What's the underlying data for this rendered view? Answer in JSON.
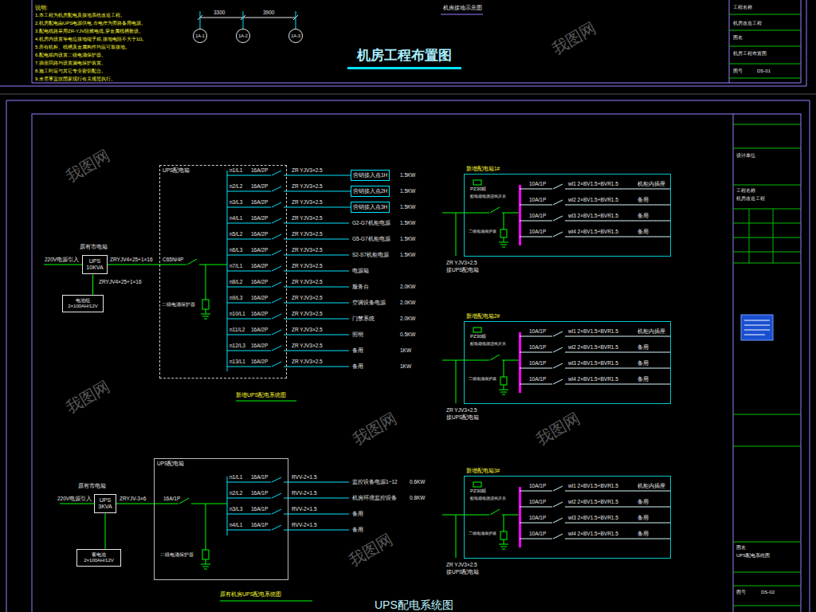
{
  "diagram": {
    "title": "机房工程布置图",
    "nodes": [
      {
        "text": [
          "1A-1"
        ]
      },
      {
        "text": [
          "1A-2"
        ]
      },
      {
        "text": [
          "1A-3"
        ]
      },
      {
        "text": [
          "UPS 10KVA"
        ]
      },
      {
        "text": [
          "电池组 2×100AH/12V"
        ]
      },
      {
        "text": [
          "UPS配电箱"
        ]
      },
      {
        "text": [
          "营销接入点1H"
        ]
      },
      {
        "text": [
          "营销接入点2H"
        ]
      },
      {
        "text": [
          "营销接入点3H"
        ]
      },
      {
        "text": [
          "UPS 3KVA"
        ]
      },
      {
        "text": [
          "蓄电池 2×100AH/12V"
        ]
      },
      {
        "text": [
          "UPS配电箱"
        ]
      },
      {
        "text": [
          "新增配电箱1#"
        ]
      },
      {
        "text": [
          "新增配电箱2#"
        ]
      },
      {
        "text": [
          "新增配电箱3#"
        ]
      }
    ],
    "edges": [
      {
        "from": 4,
        "to": 3,
        "arrow": "none"
      },
      {
        "from": 3,
        "to": 5,
        "arrow": "none"
      },
      {
        "from": 5,
        "to": 6,
        "arrow": "none"
      },
      {
        "from": 5,
        "to": 7,
        "arrow": "none"
      },
      {
        "from": 5,
        "to": 8,
        "arrow": "none"
      },
      {
        "from": 10,
        "to": 9,
        "arrow": "none"
      },
      {
        "from": 9,
        "to": 11,
        "arrow": "none"
      }
    ],
    "labels": [
      "说明:",
      "1.本工程为机房配电及接地系统改造工程。",
      "2.机房配电由UPS电源供电,市电作为旁路备用电源。",
      "3.配电线路采用ZR-YJV阻燃电缆,穿金属线槽敷设。",
      "4.机房内设置等电位接地端子箱,接地电阻不大于1Ω。",
      "5.所有机柜、线槽及金属构件均应可靠接地。",
      "6.配电箱内设置二级电涌保护器。",
      "7.插座回路均设置漏电保护装置。",
      "8.施工时应与其它专业密切配合。",
      "9.未尽事宜按国家现行有关规范执行。",
      "3300",
      "3900",
      "机房接地示意图",
      "工程名称",
      "机房改造工程",
      "图名",
      "机房工程布置图",
      "图号",
      "DS-01",
      "原有市电箱",
      "220V电源引入",
      "ZRYJV4×25+1×16",
      "ZRYJV4×25+1×16",
      "C65N/4P",
      "二级电涌保护器",
      "新增UPS配电系统图",
      "n1/L1",
      "16A/2P",
      "ZR YJV3×2.5",
      "n2/L2",
      "16A/2P",
      "ZR YJV3×2.5",
      "n3/L3",
      "16A/2P",
      "ZR YJV3×2.5",
      "n4/L1",
      "16A/2P",
      "ZR YJV3×2.5",
      "n5/L2",
      "16A/2P",
      "ZR YJV3×2.5",
      "n6/L3",
      "16A/2P",
      "ZR YJV3×2.5",
      "n7/L1",
      "16A/2P",
      "ZR YJV3×2.5",
      "n8/L2",
      "16A/2P",
      "ZR YJV3×2.5",
      "n9/L3",
      "16A/2P",
      "ZR YJV3×2.5",
      "n10/L1",
      "16A/2P",
      "ZR YJV3×2.5",
      "n11/L2",
      "16A/2P",
      "ZR YJV3×2.5",
      "n12/L3",
      "16A/2P",
      "ZR YJV3×2.5",
      "n13/L1",
      "16A/2P",
      "ZR YJV3×2.5",
      "G2-G7机柜电源",
      "G5-G7机柜电源",
      "S2-S7机柜电源",
      "电源箱",
      "服务台",
      "空调设备电源",
      "门禁系统",
      "照明",
      "备用",
      "备用",
      "1.5KW",
      "1.5KW",
      "1.5KW",
      "1.5KW",
      "1.5KW",
      "1.5KW",
      "2.0KW",
      "2.0KW",
      "2.0KW",
      "0.5KW",
      "1KW",
      "1KW",
      "原有市电箱",
      "220V电源引入",
      "ZRYJV-3×6",
      "16A/1P",
      "二级电涌保护器",
      "原有机房UPS配电系统图",
      "UPS配电系统图",
      "n1/L1",
      "16A/1P",
      "RVV-2×1.5",
      "n2/L2",
      "16A/1P",
      "RVV-2×1.5",
      "n3/L3",
      "16A/1P",
      "RVV-2×1.5",
      "n4/L1",
      "16A/1P",
      "RVV-2×1.5",
      "监控设备电源1~12",
      "机房环境监控设备",
      "备用",
      "备用",
      "0.6KW",
      "0.8KW",
      "PZ30箱",
      "配电箱电源进线开关",
      "二级电涌保护器",
      "10A/1P",
      "10A/1P",
      "10A/1P",
      "10A/1P",
      "wl1 2×BV1.5+BVR1.5",
      "wl2 2×BV1.5+BVR1.5",
      "wl3 2×BV1.5+BVR1.5",
      "wl4 2×BV1.5+BVR1.5",
      "机柜内插座",
      "备用",
      "备用",
      "备用",
      "ZR YJV3×2.5",
      "接UPS配电箱",
      "PZ30箱",
      "配电箱电源进线开关",
      "二级电涌保护器",
      "10A/1P",
      "10A/1P",
      "10A/1P",
      "10A/1P",
      "wl1 2×BV1.5+BVR1.5",
      "wl2 2×BV1.5+BVR1.5",
      "wl3 2×BV1.5+BVR1.5",
      "wl4 2×BV1.5+BVR1.5",
      "机柜内插座",
      "备用",
      "备用",
      "备用",
      "ZR YJV3×2.5",
      "接UPS配电箱",
      "PZ30箱",
      "配电箱电源进线开关",
      "二级电涌保护器",
      "10A/1P",
      "10A/1P",
      "10A/1P",
      "10A/1P",
      "wl1 2×BV1.5+BVR1.5",
      "wl2 2×BV1.5+BVR1.5",
      "wl3 2×BV1.5+BVR1.5",
      "wl4 2×BV1.5+BVR1.5",
      "机柜内插座",
      "备用",
      "备用",
      "备用",
      "ZR YJV3×2.5",
      "接UPS配电箱",
      "设计单位",
      "工程名称",
      "机房改造工程",
      "图名",
      "UPS配电系统图",
      "图号",
      "DS-02",
      "我图网",
      "我图网",
      "我图网",
      "我图网",
      "我图网",
      "我图网"
    ]
  }
}
